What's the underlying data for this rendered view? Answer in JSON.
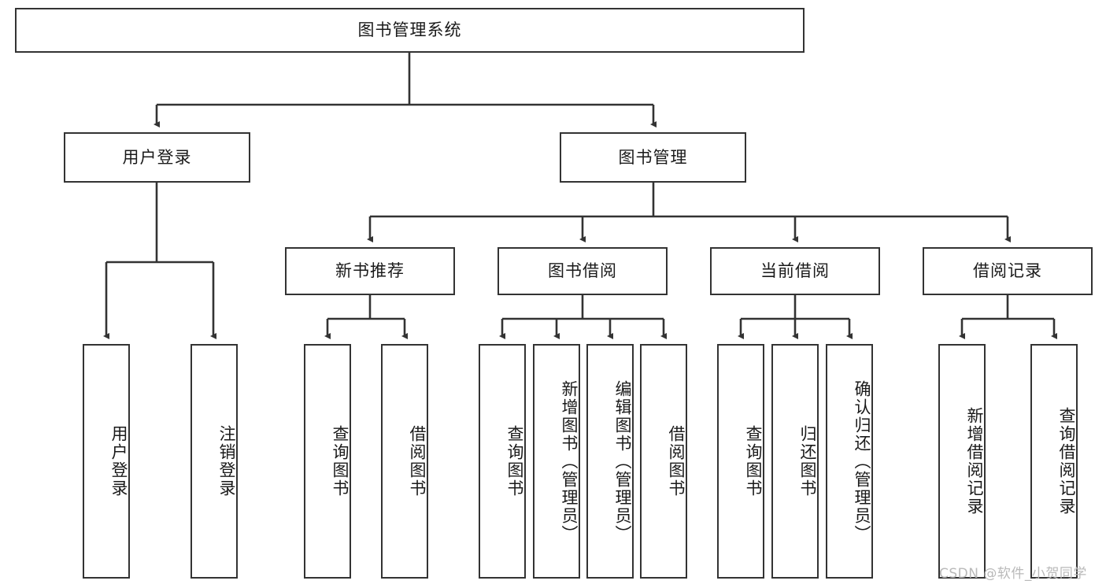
{
  "diagram": {
    "type": "tree-hierarchy",
    "title": "图书管理系统",
    "root": {
      "id": "root",
      "label": "图书管理系统"
    },
    "level2": [
      {
        "id": "user-login",
        "label": "用户登录"
      },
      {
        "id": "book-manage",
        "label": "图书管理"
      }
    ],
    "level3": [
      {
        "id": "new-book-rec",
        "label": "新书推荐",
        "parent": "book-manage"
      },
      {
        "id": "book-borrow",
        "label": "图书借阅",
        "parent": "book-manage"
      },
      {
        "id": "current-borrow",
        "label": "当前借阅",
        "parent": "book-manage"
      },
      {
        "id": "borrow-record",
        "label": "借阅记录",
        "parent": "book-manage"
      }
    ],
    "leaves": [
      {
        "id": "leaf-user-login",
        "label": "用户登录",
        "parent": "user-login"
      },
      {
        "id": "leaf-logout-login",
        "label": "注销登录",
        "parent": "user-login"
      },
      {
        "id": "leaf-query-book-1",
        "label": "查询图书",
        "parent": "new-book-rec"
      },
      {
        "id": "leaf-borrow-book-1",
        "label": "借阅图书",
        "parent": "new-book-rec"
      },
      {
        "id": "leaf-query-book-2",
        "label": "查询图书",
        "parent": "book-borrow"
      },
      {
        "id": "leaf-add-book",
        "label": "新增图书（管理员）",
        "parent": "book-borrow"
      },
      {
        "id": "leaf-edit-book",
        "label": "编辑图书（管理员）",
        "parent": "book-borrow"
      },
      {
        "id": "leaf-borrow-book-2",
        "label": "借阅图书",
        "parent": "book-borrow"
      },
      {
        "id": "leaf-query-book-3",
        "label": "查询图书",
        "parent": "current-borrow"
      },
      {
        "id": "leaf-return-book",
        "label": "归还图书",
        "parent": "current-borrow"
      },
      {
        "id": "leaf-confirm-return",
        "label": "确认归还（管理员）",
        "parent": "current-borrow"
      },
      {
        "id": "leaf-add-record",
        "label": "新增借阅记录",
        "parent": "borrow-record"
      },
      {
        "id": "leaf-query-record",
        "label": "查询借阅记录",
        "parent": "borrow-record"
      }
    ],
    "watermark": "CSDN @软件_小贺同学",
    "colors": {
      "stroke": "#333333",
      "fill": "#ffffff",
      "text": "#1a1a1a",
      "watermark": "#b9b9b9"
    }
  }
}
